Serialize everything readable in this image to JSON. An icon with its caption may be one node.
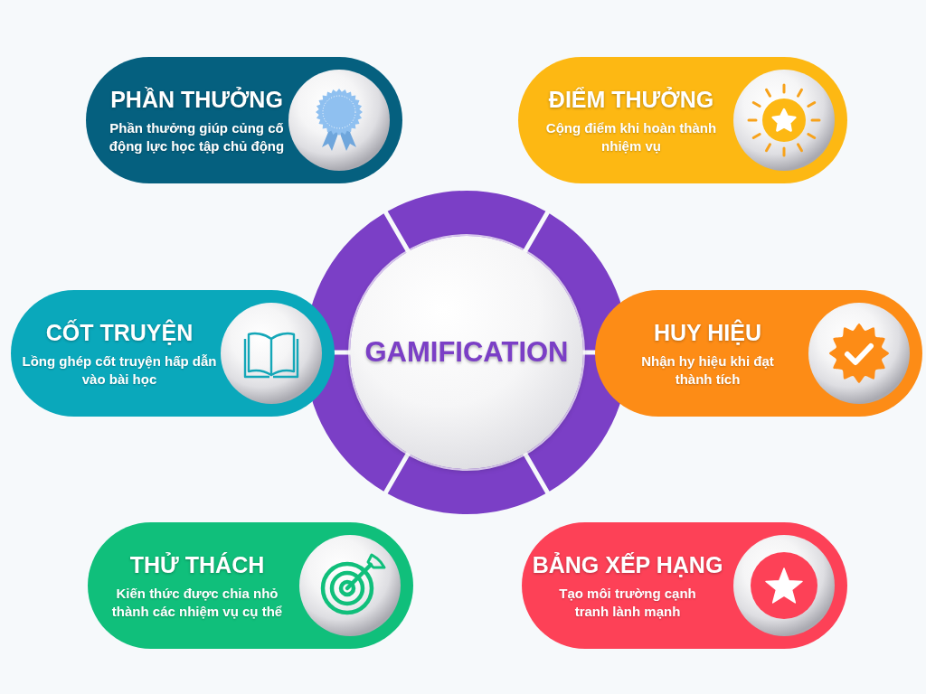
{
  "diagram": {
    "nodes": [
      {
        "text": [
          "PHẦN THƯỞNG",
          "Phần thưởng giúp củng cố động lực học tập chủ động"
        ]
      },
      {
        "text": [
          "ĐIỂM THƯỞNG",
          "Cộng điểm khi hoàn thành nhiệm vụ"
        ]
      },
      {
        "text": [
          "CỐT TRUYỆN",
          "Lồng ghép cốt truyện hấp dẫn vào bài học"
        ]
      },
      {
        "text": [
          "GAMIFICATION"
        ]
      },
      {
        "text": [
          "HUY HIỆU",
          "Nhận hy hiệu khi đạt thành tích"
        ]
      },
      {
        "text": [
          "THỬ THÁCH",
          "Kiến thức được chia nhỏ thành các nhiệm vụ cụ thể"
        ]
      },
      {
        "text": [
          "BẢNG XẾP HẠNG",
          "Tạo môi trường cạnh tranh lành mạnh"
        ]
      }
    ]
  }
}
